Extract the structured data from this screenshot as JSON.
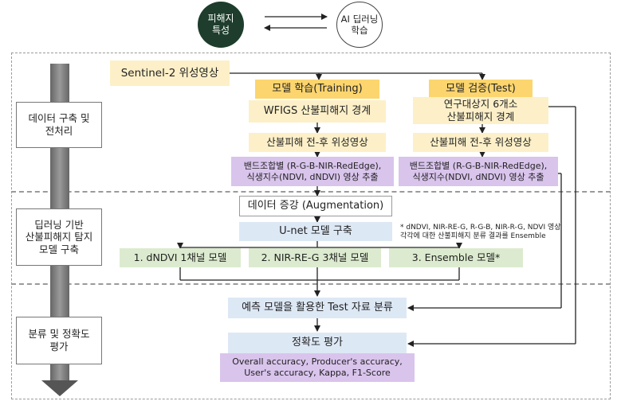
{
  "top": {
    "left_circle": "피해지\n특성",
    "right_circle": "AI 딥러닝\n학습"
  },
  "stages": {
    "s1": "데이터 구축 및\n전처리",
    "s2": "딥러닝 기반\n산불피해지 탐지\n모델 구축",
    "s3": "분류 및 정확도\n평가"
  },
  "boxes": {
    "sentinel": "Sentinel-2 위성영상",
    "train_label": "모델 학습(Training)",
    "test_label": "모델 검증(Test)",
    "wfigs": "WFIGS 산불피해지 경계",
    "study_area": "연구대상지 6개소\n산불피해지 경계",
    "pre_post_train": "산불피해 전-후 위성영상",
    "pre_post_test": "산불피해 전-후 위성영상",
    "band_train": "밴드조합별 (R-G-B-NIR-RedEdge),\n식생지수(NDVI, dNDVI) 영상 추출",
    "band_test": "밴드조합별 (R-G-B-NIR-RedEdge),\n식생지수(NDVI, dNDVI) 영상 추출",
    "augmentation": "데이터 증강 (Augmentation)",
    "unet": "U-net 모델 구축",
    "model1": "1. dNDVI 1채널 모델",
    "model2": "2. NIR-RE-G 3채널 모델",
    "model3": "3. Ensemble 모델*",
    "predict": "예측 모델을 활용한 Test 자료 분류",
    "accuracy": "정확도 평가",
    "metrics": "Overall accuracy, Producer's accuracy,\nUser's accuracy, Kappa, F1-Score"
  },
  "note": "* dNDVI, NIR-RE-G, R-G-B, NIR-R-G, NDVI 영상\n각각에 대한 산불피해지 분류 결과를 Ensemble",
  "colors": {
    "circle_dark": "#1e3d2c",
    "cream": "#fdf0c8",
    "yellow": "#fcd56e",
    "purple": "#d9c4ec",
    "blue": "#dde8f5",
    "green": "#dcebcf"
  }
}
